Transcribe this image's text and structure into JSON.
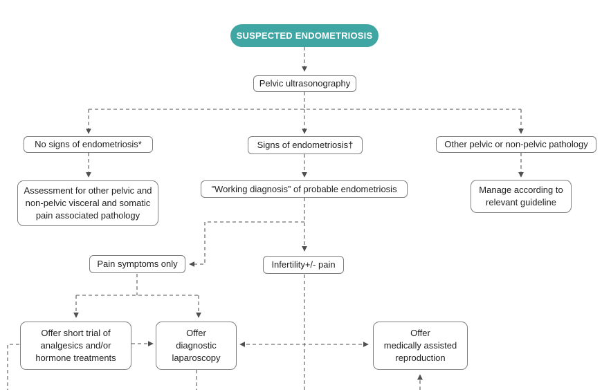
{
  "nodes": {
    "start": "SUSPECTED ENDOMETRIOSIS",
    "ultrasonography": "Pelvic ultrasonography",
    "no_signs": "No signs of endometriosis*",
    "signs": "Signs of endometriosis†",
    "other_pathology": "Other pelvic or non-pelvic pathology",
    "assessment": "Assessment for other pelvic and\nnon-pelvic visceral and somatic\npain associated pathology",
    "working_diagnosis": "\"Working diagnosis” of probable endometriosis",
    "manage": "Manage according to\nrelevant guideline",
    "pain_only": "Pain symptoms only",
    "infertility": "Infertility+/- pain",
    "short_trial": "Offer short trial of\nanalgesics and/or\nhormone treatments",
    "laparoscopy": "Offer\ndiagnostic\nlaparoscopy",
    "mar": "Offer\nmedically assisted\nreproduction"
  },
  "colors": {
    "start_fill": "#3fa6a4",
    "box_border": "#7d7d7d",
    "connector": "#707070"
  }
}
